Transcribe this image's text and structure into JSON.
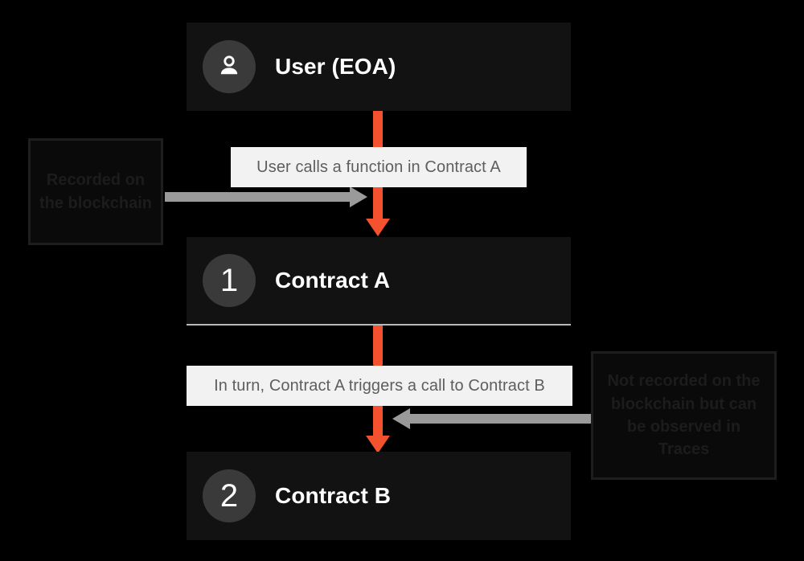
{
  "diagram": {
    "background_color": "#000000",
    "accent_color": "#f4522e",
    "connector_color": "#9a9a9a",
    "node_bg_color": "#121212",
    "caption_bg_color": "#f2f2f2",
    "nodes": [
      {
        "id": "user",
        "badge_type": "person-icon",
        "badge_text": "",
        "label": "User (EOA)"
      },
      {
        "id": "contract-a",
        "badge_type": "number",
        "badge_text": "1",
        "label": "Contract A"
      },
      {
        "id": "contract-b",
        "badge_type": "number",
        "badge_text": "2",
        "label": "Contract B"
      }
    ],
    "captions": [
      {
        "id": "caption-1",
        "text": "User calls a function in Contract A"
      },
      {
        "id": "caption-2",
        "text": "In turn, Contract A triggers a call to Contract B"
      }
    ],
    "callouts": [
      {
        "id": "callout-left",
        "text": "Recorded on the blockchain"
      },
      {
        "id": "callout-right",
        "text": "Not recorded on the blockchain but can be observed in Traces"
      }
    ]
  }
}
